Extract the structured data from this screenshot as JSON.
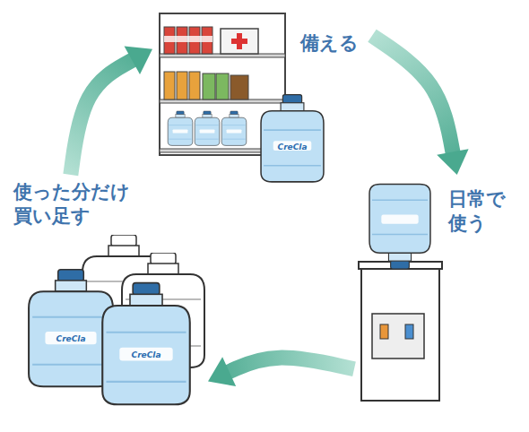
{
  "diagram": {
    "nodes": [
      {
        "text": [
          "備える"
        ]
      },
      {
        "text": [
          "日常で 使う"
        ]
      },
      {
        "text": [
          "使った分だけ 買い足す"
        ]
      }
    ],
    "edges": [
      {
        "from": 0,
        "to": 1,
        "arrow": "to"
      },
      {
        "from": 1,
        "to": 2,
        "arrow": "to"
      },
      {
        "from": 2,
        "to": 0,
        "arrow": "to"
      }
    ],
    "labels": [
      "CreCla",
      "CreCla",
      "CreCla"
    ]
  }
}
